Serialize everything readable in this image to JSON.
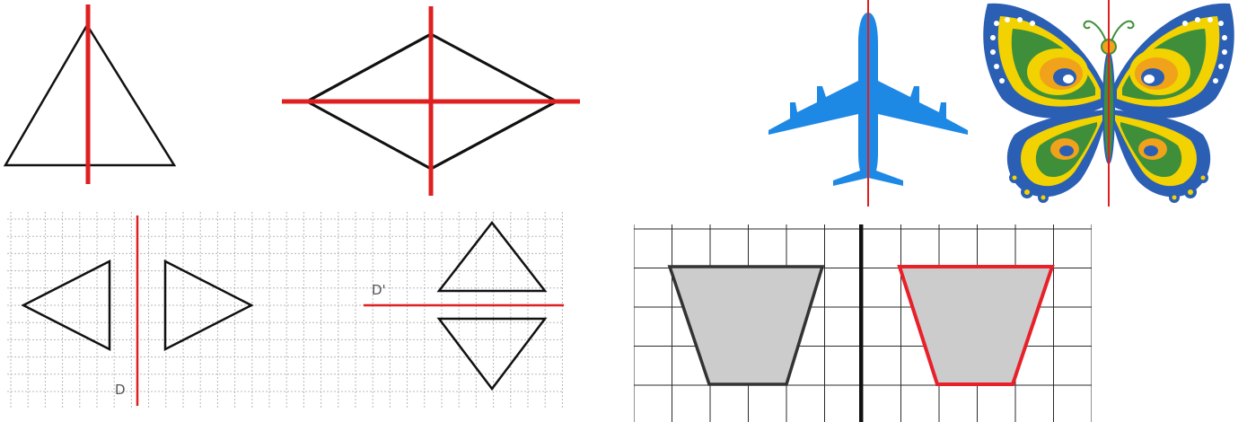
{
  "figure": {
    "bottom_left": {
      "axis_label_vertical": "D",
      "axis_label_horizontal": "D'"
    }
  },
  "colors": {
    "symmetry_axis": "#e02020",
    "outline": "#111111",
    "airplane": "#1e88e5",
    "trapezoid_fill": "#cccccc",
    "trapezoid_reflected_outline": "#e8202a",
    "grid_fine": "#b8b8b8",
    "grid_coarse": "#2a2a2a",
    "butterfly_blue": "#2b5fb4",
    "butterfly_green": "#3f8f3a",
    "butterfly_yellow": "#f2d200",
    "butterfly_orange": "#f0a21a"
  },
  "icons": [
    "triangle",
    "rhombus",
    "airplane",
    "butterfly",
    "triangle-pair",
    "trapezoid-pair"
  ]
}
